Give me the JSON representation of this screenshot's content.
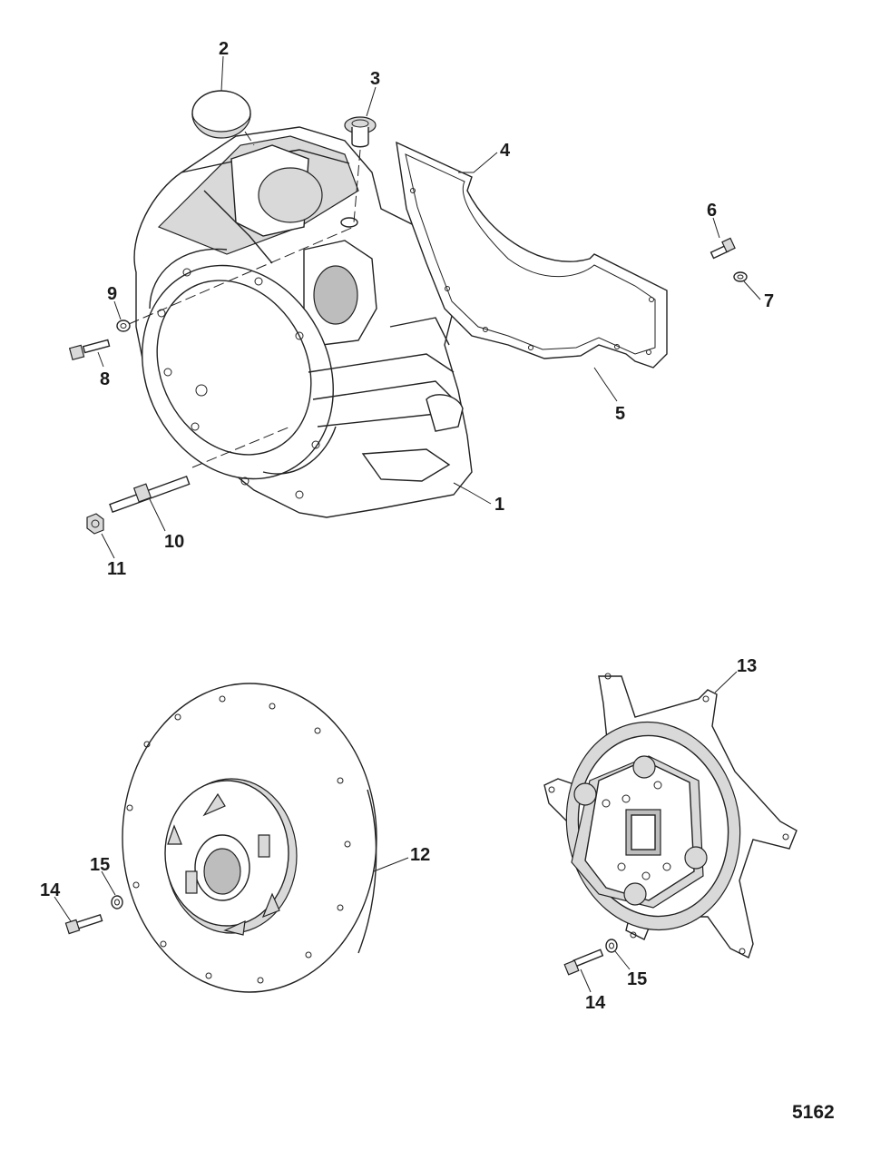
{
  "callouts": [
    {
      "id": "c1",
      "text": "1"
    },
    {
      "id": "c2",
      "text": "2"
    },
    {
      "id": "c3",
      "text": "3"
    },
    {
      "id": "c4",
      "text": "4"
    },
    {
      "id": "c5",
      "text": "5"
    },
    {
      "id": "c6",
      "text": "6"
    },
    {
      "id": "c7",
      "text": "7"
    },
    {
      "id": "c8",
      "text": "8"
    },
    {
      "id": "c9",
      "text": "9"
    },
    {
      "id": "c10",
      "text": "10"
    },
    {
      "id": "c11",
      "text": "11"
    },
    {
      "id": "c12",
      "text": "12"
    },
    {
      "id": "c13",
      "text": "13"
    },
    {
      "id": "c14a",
      "text": "14"
    },
    {
      "id": "c15a",
      "text": "15"
    },
    {
      "id": "c14b",
      "text": "14"
    },
    {
      "id": "c15b",
      "text": "15"
    }
  ],
  "figure_number": "5162"
}
